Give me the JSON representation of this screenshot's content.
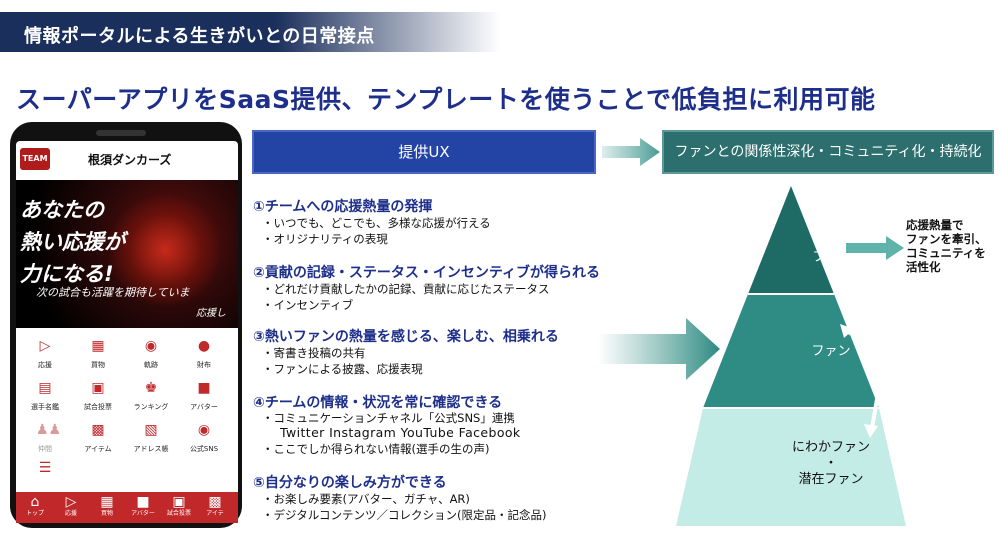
{
  "banner": {
    "title": "情報ポータルによる生きがいとの日常接点"
  },
  "headline": "スーパーアプリをSaaS提供、テンプレートを使うことで低負担に利用可能",
  "phone": {
    "logo": "TEAM",
    "app_name": "根須ダンカーズ",
    "hero_lines": [
      "あなたの",
      "熱い応援が",
      "力になる!"
    ],
    "hero_sub": "次の試合も活躍を期待していま",
    "hero_sub2": "応援し",
    "tiles": [
      {
        "label": "応援",
        "icon": "megaphone-icon"
      },
      {
        "label": "買物",
        "icon": "shop-icon"
      },
      {
        "label": "軌跡",
        "icon": "footprints-icon"
      },
      {
        "label": "財布",
        "icon": "wallet-icon"
      },
      {
        "label": "選手名鑑",
        "icon": "player-card-icon"
      },
      {
        "label": "試合投票",
        "icon": "ballot-icon"
      },
      {
        "label": "ランキング",
        "icon": "crown-icon"
      },
      {
        "label": "アバター",
        "icon": "avatar-icon"
      },
      {
        "label": "仲間",
        "icon": "people-icon"
      },
      {
        "label": "アイテム",
        "icon": "gift-icon"
      },
      {
        "label": "アドレス帳",
        "icon": "address-book-icon"
      },
      {
        "label": "公式SNS",
        "icon": "chat-icon"
      },
      {
        "label": "",
        "icon": "menu-icon"
      }
    ],
    "tabs": [
      {
        "label": "トップ",
        "icon": "home-icon"
      },
      {
        "label": "応援",
        "icon": "megaphone-icon"
      },
      {
        "label": "買物",
        "icon": "shop-icon"
      },
      {
        "label": "アバター",
        "icon": "avatar-icon"
      },
      {
        "label": "試合投票",
        "icon": "ballot-icon"
      },
      {
        "label": "アイテ",
        "icon": "gift-icon"
      }
    ]
  },
  "ux_box": "提供UX",
  "fan_box": "ファンとの関係性深化・コミュニティ化・持続化",
  "items": [
    {
      "title": "①チームへの応援熱量の発揮",
      "lines": [
        "・いつでも、どこでも、多様な応援が行える",
        "・オリジナリティの表現"
      ]
    },
    {
      "title": "②貢献の記録・ステータス・インセンティブが得られる",
      "lines": [
        "・どれだけ貢献したかの記録、貢献に応じたステータス",
        "・インセンティブ"
      ]
    },
    {
      "title": "③熱いファンの熱量を感じる、楽しむ、相乗れる",
      "lines": [
        "・寄書き投稿の共有",
        "・ファンによる披露、応援表現"
      ]
    },
    {
      "title": "④チームの情報・状況を常に確認できる",
      "lines": [
        "・コミュニケーションチャネル「公式SNS」連携",
        "Twitter Instagram YouTube Facebook",
        "・ここでしか得られない情報(選手の生の声)"
      ]
    },
    {
      "title": "⑤自分なりの楽しみ方ができる",
      "lines": [
        "・お楽しみ要素(アバター、ガチャ、AR)",
        "・デジタルコンテンツ／コレクション(限定品・記念品)"
      ]
    }
  ],
  "pyramid": {
    "top": [
      "コア",
      "ファン"
    ],
    "middle": "ファン",
    "bottom": [
      "にわかファン",
      "・",
      "潜在ファン"
    ],
    "note": [
      "応援熱量で",
      "ファンを牽引、",
      "コミュニティを",
      "活性化"
    ]
  },
  "colors": {
    "navy": "#1b2f5c",
    "blue": "#2344a5",
    "teal": "#2d6e6e",
    "red": "#c0282a"
  }
}
